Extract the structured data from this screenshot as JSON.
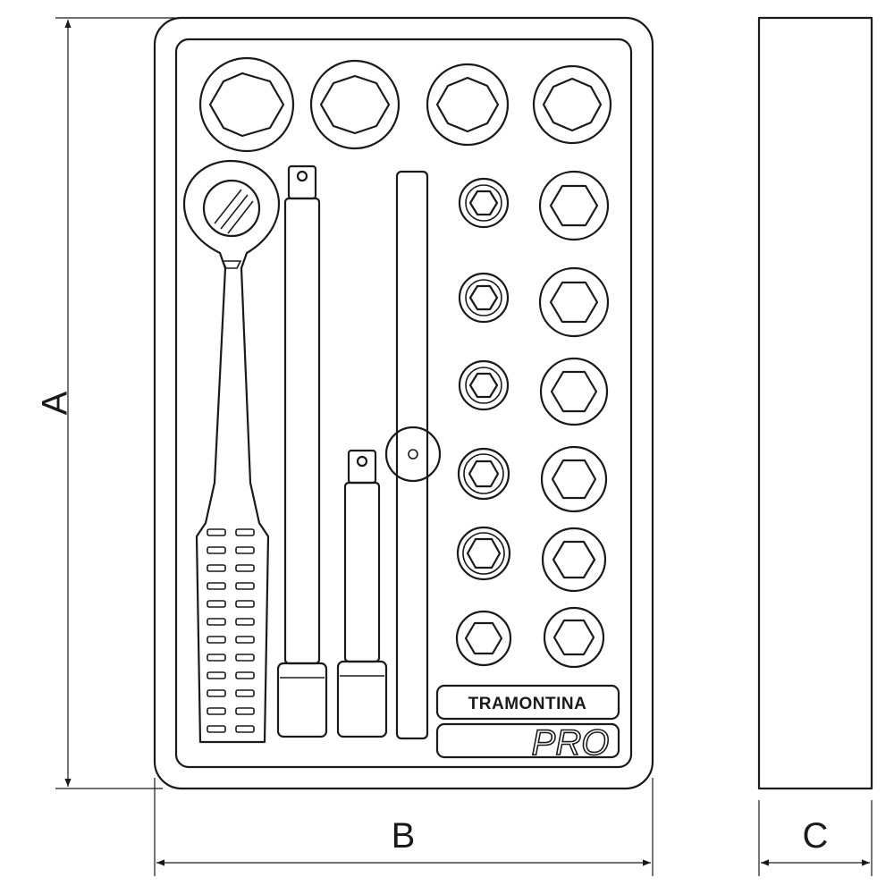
{
  "dimensions": {
    "height_label": "A",
    "width_label": "B",
    "depth_label": "C"
  },
  "tray": {
    "brand_label": "TRAMONTINA",
    "series_label": "PRO"
  },
  "contents": {
    "large_top_socket_count": 4,
    "small_left_socket_count": 6,
    "medium_right_socket_count": 6
  },
  "colors": {
    "line": "#1a1a1a",
    "background": "#ffffff"
  }
}
